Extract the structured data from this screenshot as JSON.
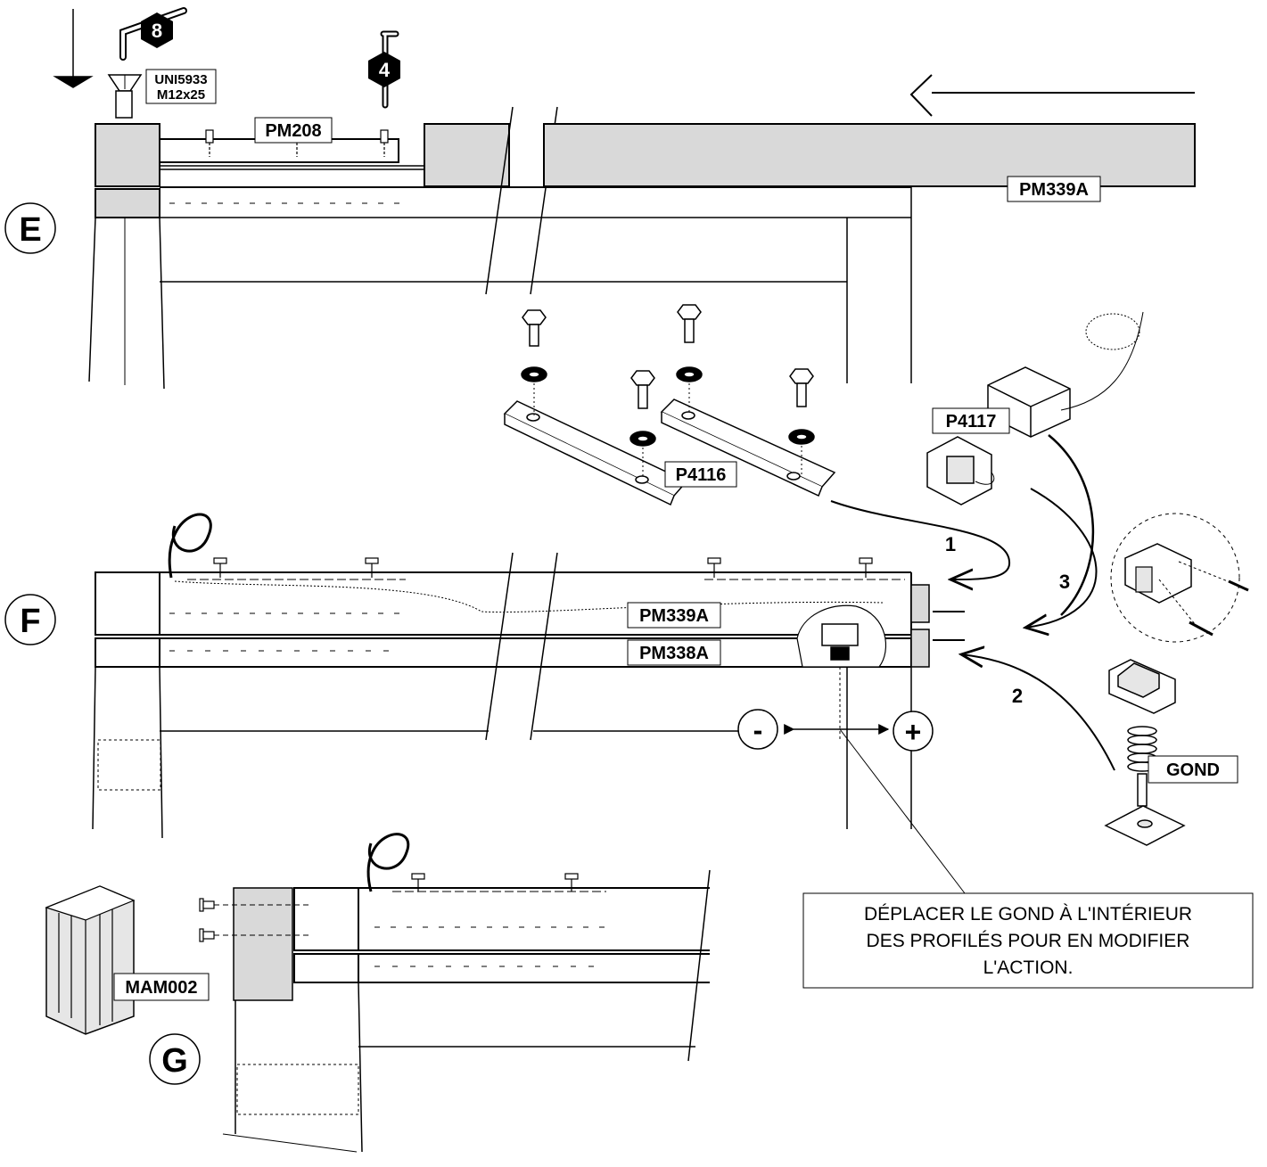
{
  "steps": {
    "e": "E",
    "f": "F",
    "g": "G"
  },
  "tools": {
    "hex_key_large": "8",
    "hex_key_small": "4"
  },
  "screw_label": {
    "line1": "UNI5933",
    "line2": "M12x25"
  },
  "parts": {
    "pm208": "PM208",
    "pm339a_top": "PM339A",
    "p4116": "P4116",
    "p4117": "P4117",
    "pm339a_mid": "PM339A",
    "pm338a": "PM338A",
    "gond": "GOND",
    "mam002": "MAM002"
  },
  "sequence": {
    "one": "1",
    "two": "2",
    "three": "3"
  },
  "adjust": {
    "minus": "-",
    "plus": "+"
  },
  "note": {
    "line1": "DÉPLACER LE GOND À L'INTÉRIEUR",
    "line2": "DES PROFILÉS POUR EN MODIFIER",
    "line3": "L'ACTION."
  },
  "colors": {
    "line": "#000000",
    "fill_grey": "#d9d9d9",
    "fill_light": "#e6e6e6",
    "background": "#ffffff"
  }
}
